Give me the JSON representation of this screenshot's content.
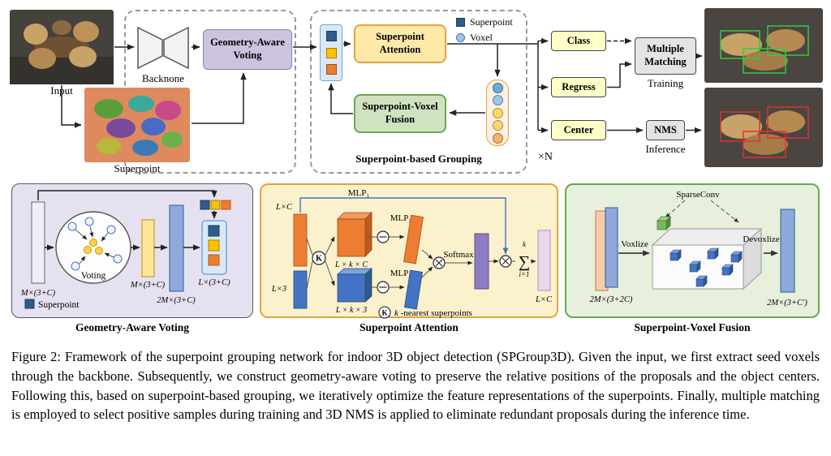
{
  "colors": {
    "superpoint_blue": "#2e5c8a",
    "feature_yellow": "#ffc000",
    "feature_orange": "#ed7d31",
    "voting_purple_fill": "#cdc3de",
    "attention_yellow_fill": "#ffe9a8",
    "fusion_green_fill": "#cfe3c0",
    "head_yellow_fill": "#ffffc8",
    "module_gray_fill": "#e4e4e4",
    "training_box_green": "#2ecc40",
    "inference_box_red": "#e03030"
  },
  "top": {
    "input_label": "Input",
    "backbone_label": "Backnone",
    "gav_label": "Geometry-Aware Voting",
    "superpoint_label": "Superpoint",
    "attention_label": "Superpoint Attention",
    "legend_superpoint": "Superpoint",
    "legend_voxel": "Voxel",
    "fusion_label": "Superpoint-Voxel Fusion",
    "grouping_label": "Superpoint-based Grouping",
    "repeat_label": "×N",
    "class_label": "Class",
    "regress_label": "Regress",
    "center_label": "Center",
    "matching_label": "Multiple Matching",
    "training_label": "Training",
    "nms_label": "NMS",
    "inference_label": "Inference"
  },
  "voting_panel": {
    "title": "Geometry-Aware Voting",
    "voting_label": "Voting",
    "dim_input": "M×(3+C)",
    "dim_votes": "M×(3+C)",
    "dim_concat": "2M×(3+C)",
    "dim_output": "L×(3+C)",
    "legend_superpoint": "Superpoint"
  },
  "attention_panel": {
    "title": "Superpoint Attention",
    "mlp1": "MLP₁",
    "mlp2": "MLP₂",
    "mlp3": "MLP₃",
    "dim_lc": "L×C",
    "dim_l3": "L×3",
    "dim_lkc": "L × k × C",
    "dim_lk3": "L × k × 3",
    "softmax_label": "Softmax",
    "sum_upper": "k",
    "sum_symbol": "∑",
    "sum_lower": "i=1",
    "dim_output": "L×C",
    "k_letter": "K",
    "legend_k_italic": "k",
    "legend_k_rest": " -nearest superpoints"
  },
  "fusion_panel": {
    "title": "Superpoint-Voxel Fusion",
    "sparseconv_label": "SparseConv",
    "voxelize_label": "Voxlize",
    "devoxelize_label": "Devoxlize",
    "dim_input": "2M×(3+2C)",
    "dim_output": "2M×(3+C′)"
  },
  "caption": "Figure 2: Framework of the superpoint grouping network for indoor 3D object detection (SPGroup3D). Given the input, we first extract seed voxels through the backbone. Subsequently, we construct geometry-aware voting to preserve the relative positions of the proposals and the object centers. Following this, based on superpoint-based grouping, we iteratively optimize the feature representations of the superpoints. Finally, multiple matching is employed to select positive samples during training and 3D NMS is applied to eliminate redundant proposals during the inference time."
}
